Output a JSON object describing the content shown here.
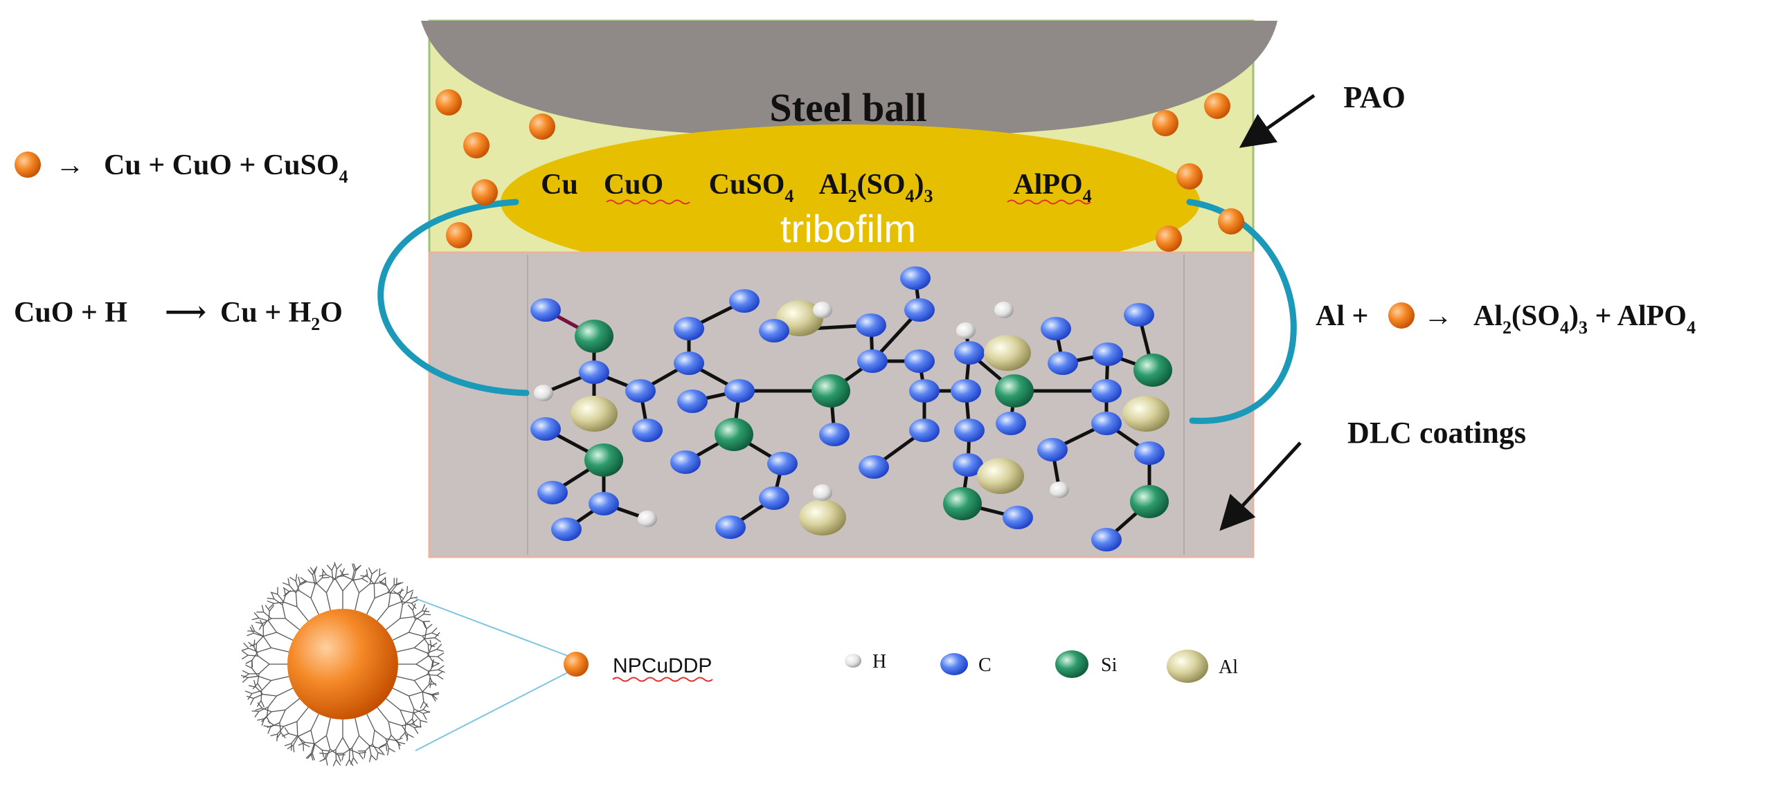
{
  "labels": {
    "steel_ball": "Steel ball",
    "pao": "PAO",
    "dlc": "DLC coatings",
    "tribofilm": "tribofilm"
  },
  "tribofilm_species": [
    {
      "base": "Cu",
      "parts": [
        {
          "t": "Cu"
        }
      ]
    },
    {
      "base": "CuO",
      "parts": [
        {
          "t": "CuO"
        }
      ],
      "underline": true
    },
    {
      "base": "CuSO4",
      "parts": [
        {
          "t": "CuSO"
        },
        {
          "t": "4",
          "sub": true
        }
      ]
    },
    {
      "base": "Al2(SO4)3",
      "parts": [
        {
          "t": "Al"
        },
        {
          "t": "2",
          "sub": true
        },
        {
          "t": "(SO"
        },
        {
          "t": "4",
          "sub": true
        },
        {
          "t": ")"
        },
        {
          "t": "3",
          "sub": true
        }
      ]
    },
    {
      "base": "AlPO4",
      "parts": [
        {
          "t": "AlPO"
        },
        {
          "t": "4",
          "sub": true
        }
      ],
      "underline": true
    }
  ],
  "reactions": {
    "np_decomp": {
      "arrow": "→",
      "rhs": [
        {
          "t": "Cu + CuO + CuSO"
        },
        {
          "t": "4",
          "sub": true
        }
      ]
    },
    "reduction": {
      "lhs": "CuO + H",
      "arrow": "⟶",
      "rhs": [
        {
          "t": "Cu + H"
        },
        {
          "t": "2",
          "sub": true
        },
        {
          "t": "O"
        }
      ]
    },
    "al_reaction": {
      "lhs": "Al +",
      "arrow": "→",
      "rhs": [
        {
          "t": "Al"
        },
        {
          "t": "2",
          "sub": true
        },
        {
          "t": "(SO"
        },
        {
          "t": "4",
          "sub": true
        },
        {
          "t": ")"
        },
        {
          "t": "3",
          "sub": true
        },
        {
          "t": " + AlPO"
        },
        {
          "t": "4",
          "sub": true
        }
      ]
    }
  },
  "legend": {
    "nanoparticle": "NPCuDDP",
    "items": [
      {
        "symbol": "H",
        "color": "#e6e6e6"
      },
      {
        "symbol": "C",
        "color": "#3b63e8"
      },
      {
        "symbol": "Si",
        "color": "#1d8a5a"
      },
      {
        "symbol": "Al",
        "color": "#d7d09a"
      }
    ]
  },
  "colors": {
    "steel_ball": "#8f8a88",
    "pao_fluid": "#e6eaa8",
    "tribofilm": "#e6c000",
    "dlc_block": "#c9c1c0",
    "nanoparticle": "#f07a18",
    "curved_arrow": "#1a9ab8"
  }
}
